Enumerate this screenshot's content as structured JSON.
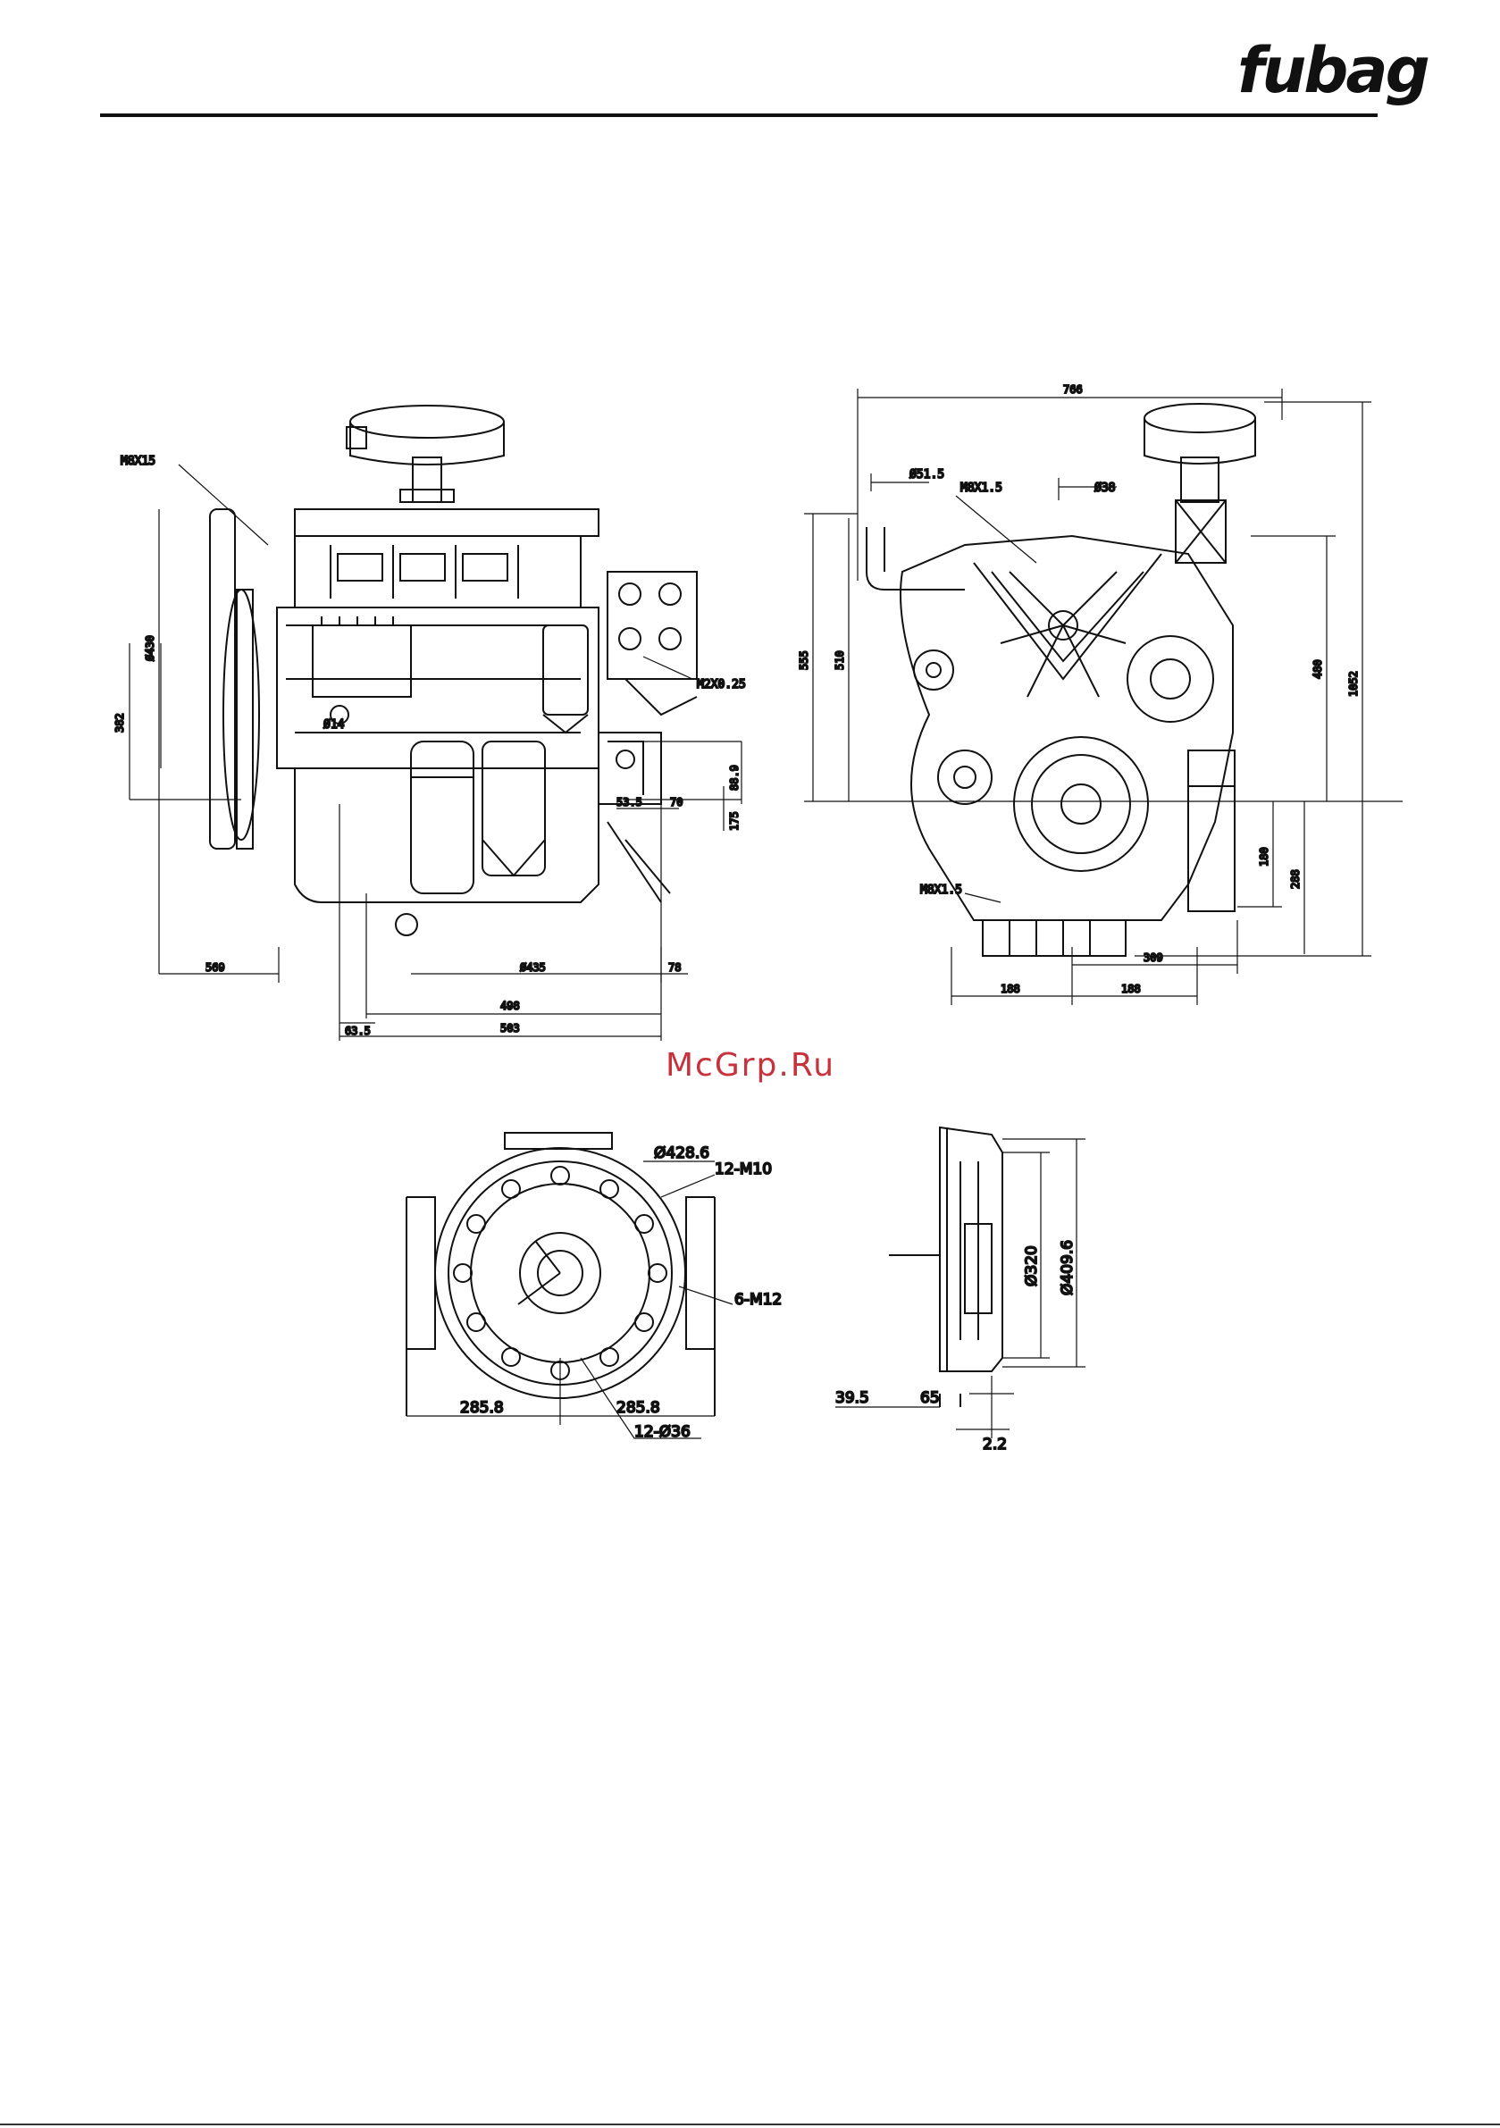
{
  "header": {
    "logo_text": "fubag"
  },
  "watermark": "McGrp.Ru",
  "side_view": {
    "labels": {
      "thread_top": "M8X15",
      "thread_right": "M2X0.25",
      "dia_430": "Ø430",
      "dia_14": "Ø14"
    },
    "dims": {
      "h_382": "382",
      "d_569": "569",
      "d_435": "Ø435",
      "d_78": "78",
      "d_498": "498",
      "d_503": "503",
      "d_635": "63.5",
      "d_889": "88.9",
      "d_175": "175",
      "d_535": "53.5",
      "d_70": "70"
    }
  },
  "front_view": {
    "labels": {
      "dia_515": "Ø51.5",
      "thread_a": "M8X1.5",
      "dia_38": "Ø38",
      "thread_b": "M8X1.5"
    },
    "dims": {
      "w_766": "766",
      "h_555": "555",
      "h_510": "510",
      "h_480": "480",
      "h_1052": "1052",
      "h_180": "180",
      "h_288": "288",
      "w_309": "309",
      "w_188a": "188",
      "w_188b": "188"
    }
  },
  "flange_front": {
    "labels": {
      "dia_4286": "Ø428.6",
      "holes_m10": "12-M10",
      "holes_m12": "6-M12",
      "holes_36": "12-Ø36"
    },
    "dims": {
      "w_2858a": "285.8",
      "w_2858b": "285.8"
    }
  },
  "flange_side": {
    "labels": {
      "dia_320": "Ø320",
      "dia_409": "Ø409.6"
    },
    "dims": {
      "d_395": "39.5",
      "d_65": "65",
      "d_22": "2.2"
    }
  }
}
